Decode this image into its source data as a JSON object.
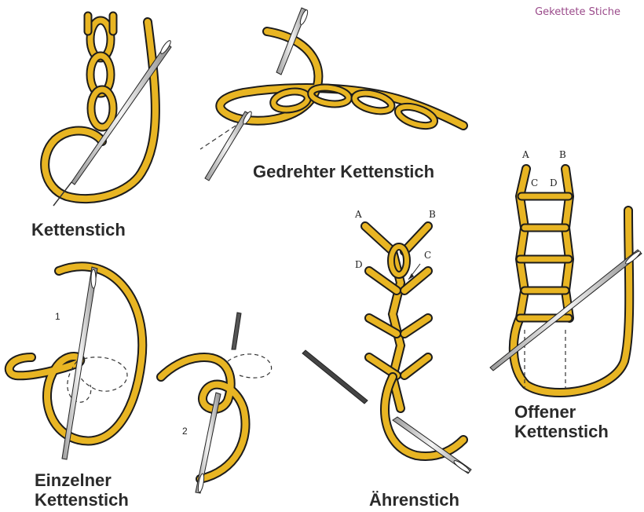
{
  "header": {
    "title": "Gekettete Stiche"
  },
  "labels": {
    "kettenstich": "Kettenstich",
    "gedrehter": "Gedrehter Kettenstich",
    "einzelner_line1": "Einzelner",
    "einzelner_line2": "Kettenstich",
    "aehrenstich": "Ährenstich",
    "offener_line1": "Offener",
    "offener_line2": "Kettenstich"
  },
  "markers": {
    "aehren": {
      "a": "A",
      "b": "B",
      "c": "C",
      "d": "D"
    },
    "offener": {
      "a": "A",
      "b": "B",
      "c": "C",
      "d": "D"
    },
    "einzelner": {
      "step1": "1",
      "step2": "2"
    }
  },
  "colors": {
    "thread": "#e8b523",
    "thread_outline": "#1c1c1c",
    "needle": "#d8d8d8",
    "text": "#2a2a2a",
    "header": "#9a4a8a"
  }
}
